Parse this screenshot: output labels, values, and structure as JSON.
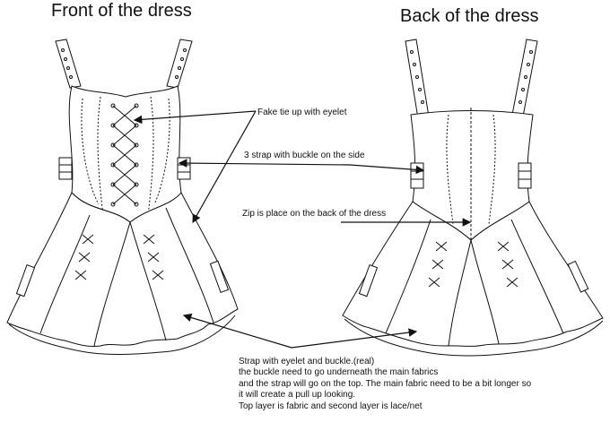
{
  "titles": {
    "front": "Front of the dress",
    "back": "Back of the dress"
  },
  "labels": {
    "fake_tie": "Fake tie up with eyelet",
    "strap_buckle": "3 strap with buckle on the side",
    "zip": "Zip is place on the back of the dress"
  },
  "note": {
    "line1": "Strap with eyelet and buckle.(real)",
    "line2": "the buckle need to go underneath the main fabrics",
    "line3": "and the strap will go on the top. The main fabric need to be a bit longer so",
    "line4": "it will create a pull up looking.",
    "line5": "Top layer is fabric and second layer is lace/net"
  }
}
